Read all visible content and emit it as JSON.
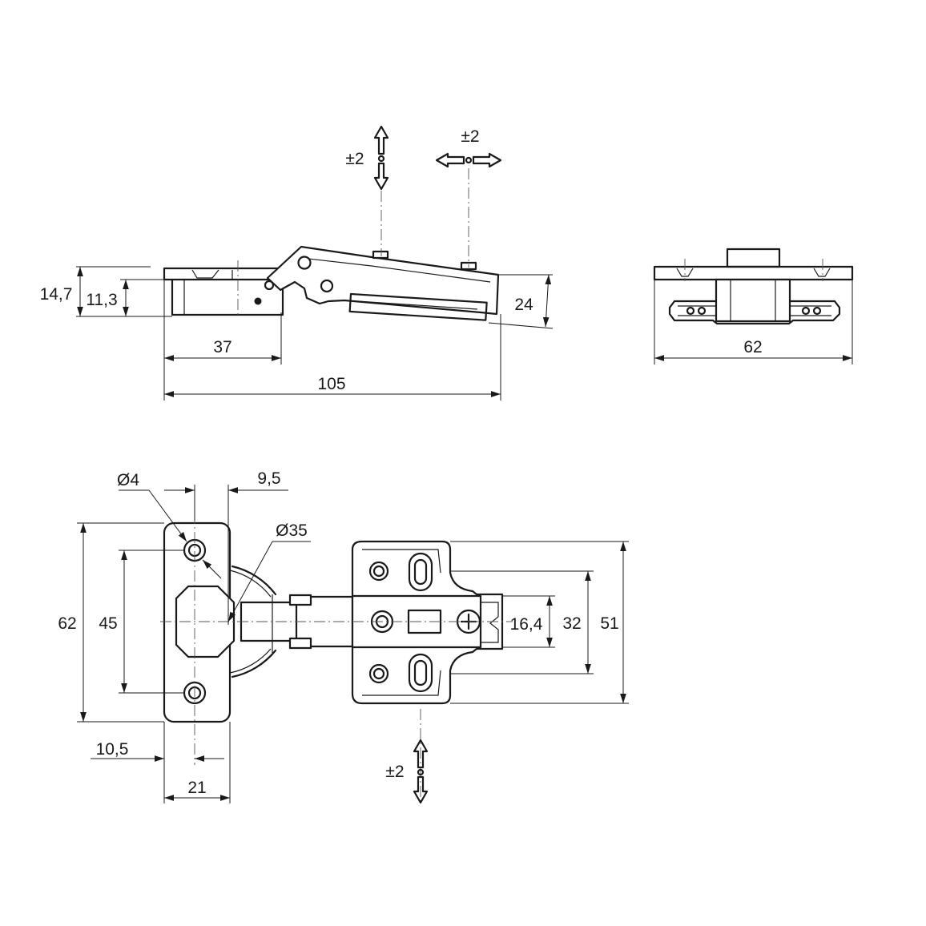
{
  "drawing": {
    "side_view": {
      "height_outer": "14,7",
      "height_inner": "11,3",
      "cup_offset": "37",
      "total_length": "105",
      "arm_height": "24",
      "adj_depth": "±2",
      "adj_side": "±2"
    },
    "end_view": {
      "width": "62"
    },
    "top_view": {
      "hole_dia": "Ø4",
      "hole_offset": "9,5",
      "cup_dia": "Ø35",
      "plate_length": "62",
      "hole_spacing": "45",
      "edge_offset": "10,5",
      "plate_width": "21",
      "slot_width": "16,4",
      "hole_spacing_base": "32",
      "base_length": "51",
      "adj_height": "±2"
    }
  }
}
